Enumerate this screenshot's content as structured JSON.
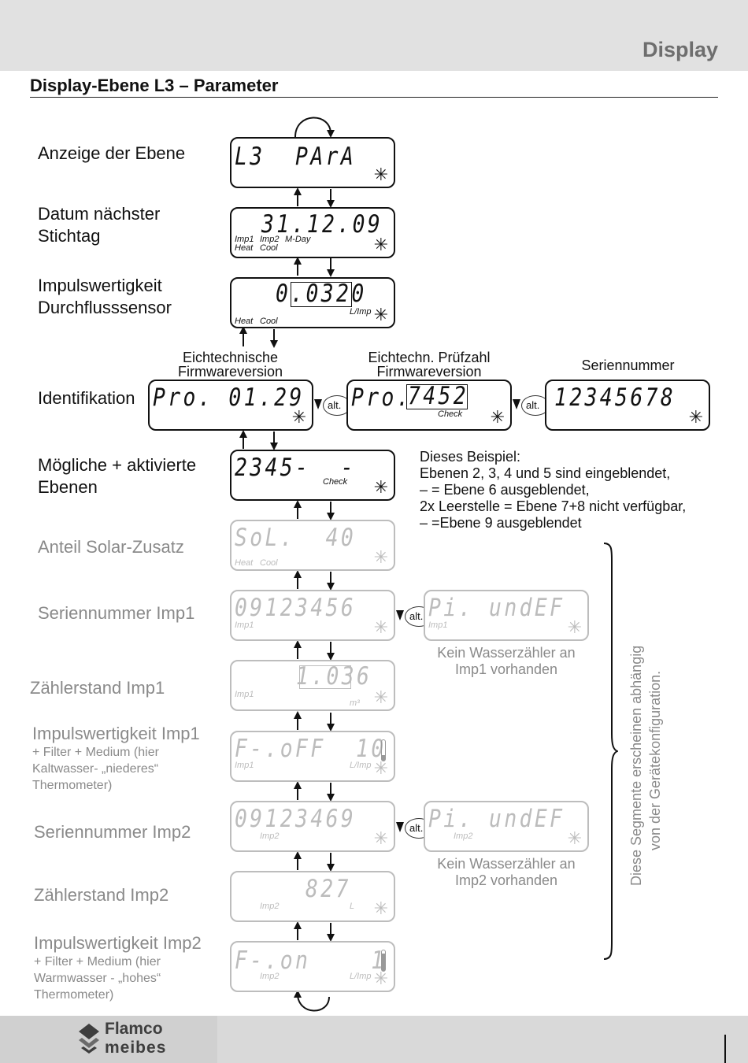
{
  "header": {
    "section": "Display",
    "title": "Display-Ebene L3 – Parameter"
  },
  "labels": {
    "ebene": "Anzeige der Ebene",
    "datum1": "Datum nächster",
    "datum2": "Stichtag",
    "impuls1": "Impulswertigkeit",
    "impuls2": "Durchflusssensor",
    "ident": "Identifikation",
    "moegl1": "Mögliche + aktivierte",
    "moegl2": "Ebenen",
    "solar": "Anteil Solar-Zusatz",
    "sn_imp1": "Seriennummer Imp1",
    "zs_imp1": "Zählerstand Imp1",
    "iw_imp1": "Impulswertigkeit Imp1",
    "iw_imp1_sub": [
      "+ Filter + Medium (hier",
      "Kaltwasser- „niederes“",
      "Thermometer)"
    ],
    "sn_imp2": "Seriennummer Imp2",
    "zs_imp2": "Zählerstand Imp2",
    "iw_imp2": "Impulswertigkeit Imp2",
    "iw_imp2_sub": [
      "+ Filter + Medium (hier",
      "Warmwasser - „hohes“",
      "Thermometer)"
    ]
  },
  "captions": {
    "eich1": "Eichtechnische",
    "eich2": "Firmwareversion",
    "pruef1": "Eichtechn. Prüfzahl",
    "pruef2": "Firmwareversion",
    "serien": "Seriennummer",
    "kein1a": "Kein Wasserzähler an",
    "kein1b": "Imp1 vorhanden",
    "kein2a": "Kein Wasserzähler an",
    "kein2b": "Imp2 vorhanden"
  },
  "example_note": [
    "Dieses Beispiel:",
    "Ebenen 2, 3, 4 und 5 sind eingeblendet,",
    "– = Ebene 6 ausgeblendet,",
    "2x Leerstelle = Ebene 7+8 nicht verfügbar,",
    "– =Ebene 9 ausgeblendet"
  ],
  "vertical_note": [
    "Diese Segmente erscheinen abhängig",
    "von der Gerätekonfiguration."
  ],
  "alt_label": "alt.",
  "star": "✳",
  "displays": {
    "l3": "L3  PArA",
    "date": "31.12.09",
    "date_tags": [
      "Imp1",
      "Imp2",
      "M-Day",
      "Heat",
      "Cool"
    ],
    "pulse": "0.0320",
    "pulse_unit": "L/Imp",
    "heat": "Heat",
    "cool": "Cool",
    "pro1": "Pro. 01.29",
    "pro2a": "Pro.",
    "pro2b": "7452",
    "check": "Check",
    "serial": "12345678",
    "moegl": "2345-  -",
    "solar": "SoL.  40",
    "sn_imp1": "09123456",
    "undef": "Pi. undEF",
    "imp1": "Imp1",
    "imp2": "Imp2",
    "zs_imp1": "1.036",
    "m3": "m³",
    "f_off": "F-.oFF  10",
    "sn_imp2": "09123469",
    "zs_imp2": "827",
    "liter": "L",
    "f_on": "F-.on    1"
  },
  "footer": {
    "brand1": "Flamco",
    "brand2": "meibes"
  }
}
